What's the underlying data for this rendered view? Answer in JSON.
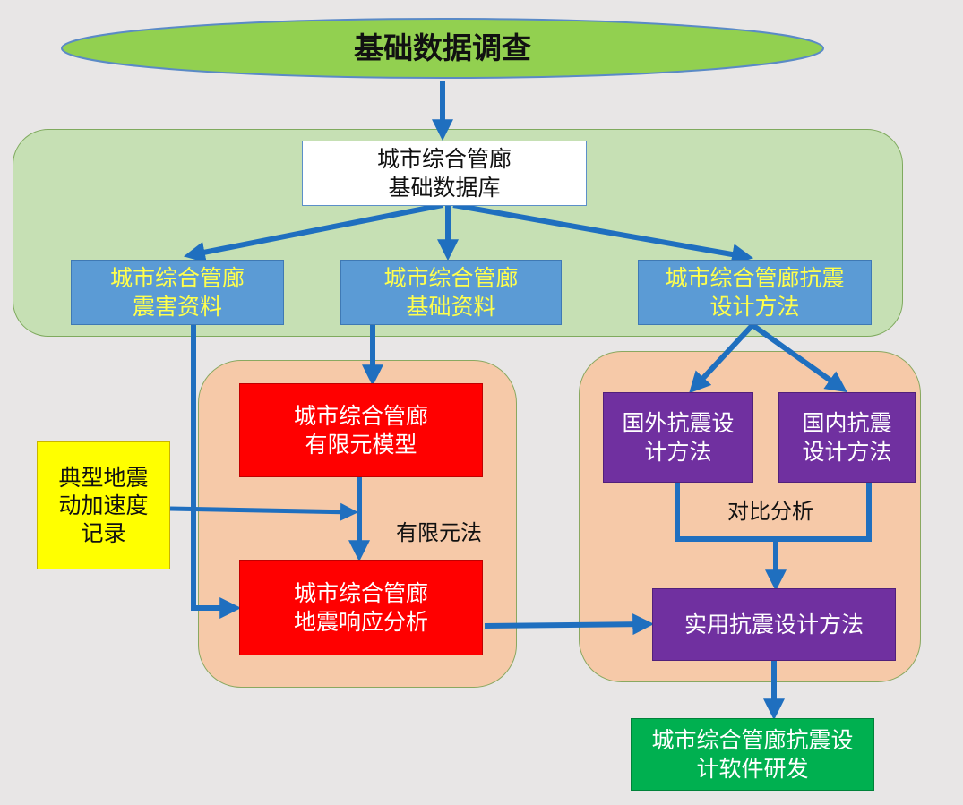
{
  "title": "基础数据调查",
  "database": "城市综合管廊\n基础数据库",
  "sources": {
    "damage": "城市综合管廊\n震害资料",
    "basic": "城市综合管廊\n基础资料",
    "design": "城市综合管廊抗震\n设计方法"
  },
  "fem": {
    "model": "城市综合管廊\n有限元模型",
    "analysis": "城市综合管廊\n地震响应分析",
    "method_label": "有限元法"
  },
  "records": "典型地震\n动加速度\n记录",
  "design_methods": {
    "foreign": "国外抗震设\n计方法",
    "domestic": "国内抗震\n设计方法",
    "compare_label": "对比分析",
    "practical": "实用抗震设计方法"
  },
  "output": "城市综合管廊抗震设\n计软件研发",
  "colors": {
    "arrow": "#1f6fbf",
    "ellipse_fill": "#92d050",
    "ellipse_stroke": "#5a8ac6"
  }
}
